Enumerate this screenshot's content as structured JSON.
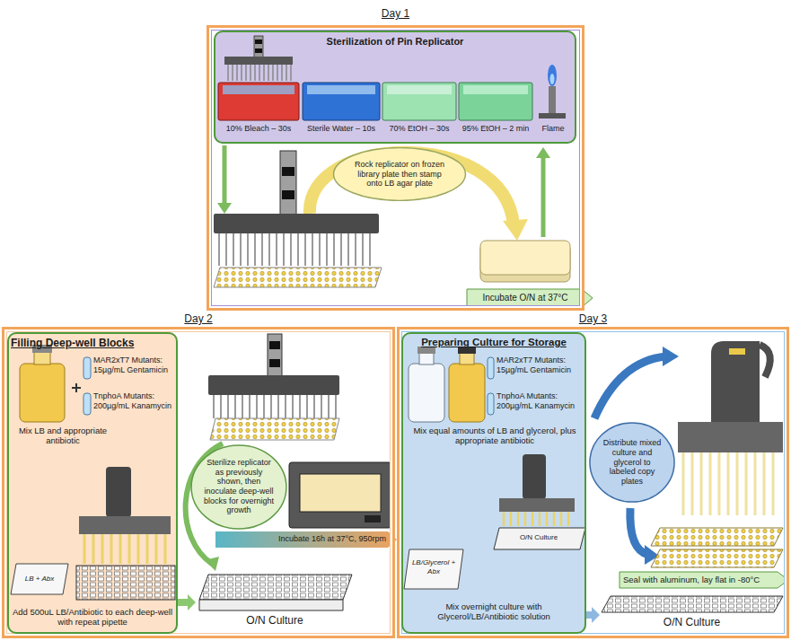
{
  "diagram": {
    "nodes": [
      {
        "text": [
          "Day 1"
        ]
      },
      {
        "text": [
          "Sterilization of Pin Replicator"
        ],
        "in": 0
      },
      {
        "text": [
          "Rock replicator on frozen library plate then stamp onto LB agar plate"
        ],
        "in": 0
      },
      {
        "text": [
          "Day 2"
        ]
      },
      {
        "text": [
          "Filling Deep-well Blocks",
          "Mix LB and appropriate antibiotic",
          "Add 500uL LB/Antibiotic to each deep-well with repeat pipette"
        ],
        "in": 3
      },
      {
        "text": [
          "Sterilize replicator as previously shown, then inoculate deep-well blocks for overnight growth"
        ],
        "in": 3
      },
      {
        "text": [
          "O/N Culture"
        ],
        "in": 3
      },
      {
        "text": [
          "Day 3"
        ]
      },
      {
        "text": [
          "Preparing Culture for Storage",
          "Mix equal amounts of LB and glycerol, plus appropriate antibiotic",
          "Mix overnight culture with Glycerol/LB/Antibiotic solution"
        ],
        "in": 7
      },
      {
        "text": [
          "Distribute mixed culture and glycerol to labeled copy plates"
        ],
        "in": 7
      },
      {
        "text": [
          "O/N Culture"
        ],
        "in": 7
      }
    ],
    "edges": [
      {
        "from": 4,
        "to": 6,
        "arrow": "to"
      },
      {
        "from": 8,
        "to": 10,
        "arrow": "to"
      }
    ],
    "labels": [
      "10% Bleach – 30s",
      "Sterile Water – 10s",
      "70% EtOH – 30s",
      "95% EtOH – 2 min",
      "Flame",
      "Incubate O/N at 37°C",
      "MAR2xT7 Mutants: 15µg/mL Gentamicin",
      "TnphoA Mutants: 200µg/mL Kanamycin",
      "LB + Abx",
      "Incubate 16h at 37°C, 950rpm",
      "MAR2xT7 Mutants: 15µg/mL Gentamicin",
      "TnphoA Mutants: 200µg/mL Kanamycin",
      "LB/Glycerol + Abx",
      "O/N Culture",
      "Seal with aluminum, lay flat in -80°C"
    ]
  }
}
